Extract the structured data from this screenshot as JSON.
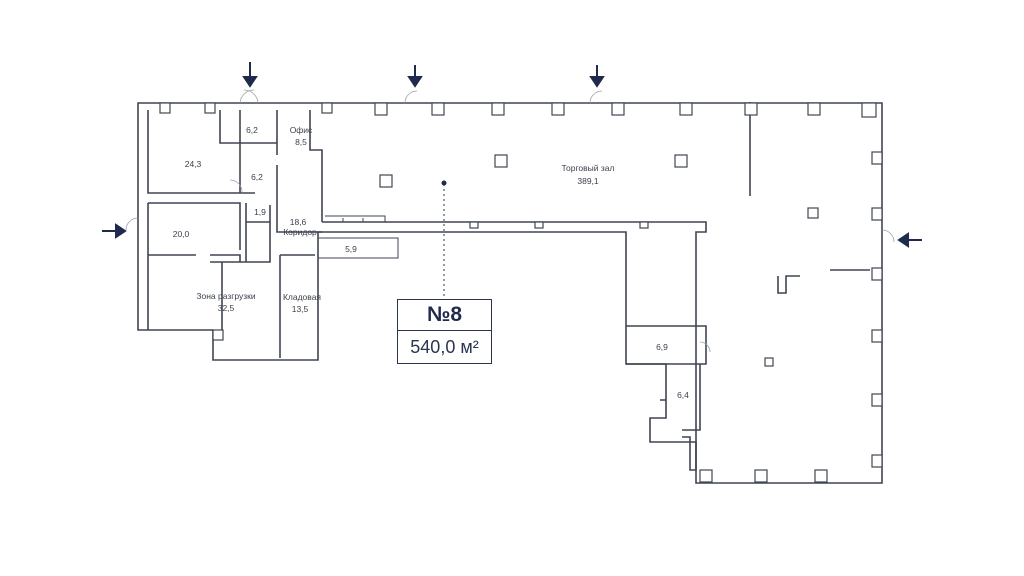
{
  "unit": {
    "number": "№8",
    "area": "540,0 м²"
  },
  "rooms": {
    "r24_3": "24,3",
    "r6_2a": "6,2",
    "office_name": "Офис",
    "office_area": "8,5",
    "r6_2b": "6,2",
    "r1_9": "1,9",
    "r20_0": "20,0",
    "corridor_area": "18,6",
    "corridor_name": "Коридор",
    "r5_9": "5,9",
    "hall_name": "Торговый зал",
    "hall_area": "389,1",
    "unloading_name": "Зона разгрузки",
    "unloading_area": "32,5",
    "storage_name": "Кладовая",
    "storage_area": "13,5",
    "r6_9": "6,9",
    "r6_4": "6,4"
  },
  "colors": {
    "walls": "#3f4552",
    "arrows": "#1f2a4d",
    "label_border": "#2b3550"
  },
  "icons": {
    "entrance_arrow": "arrow-icon"
  }
}
